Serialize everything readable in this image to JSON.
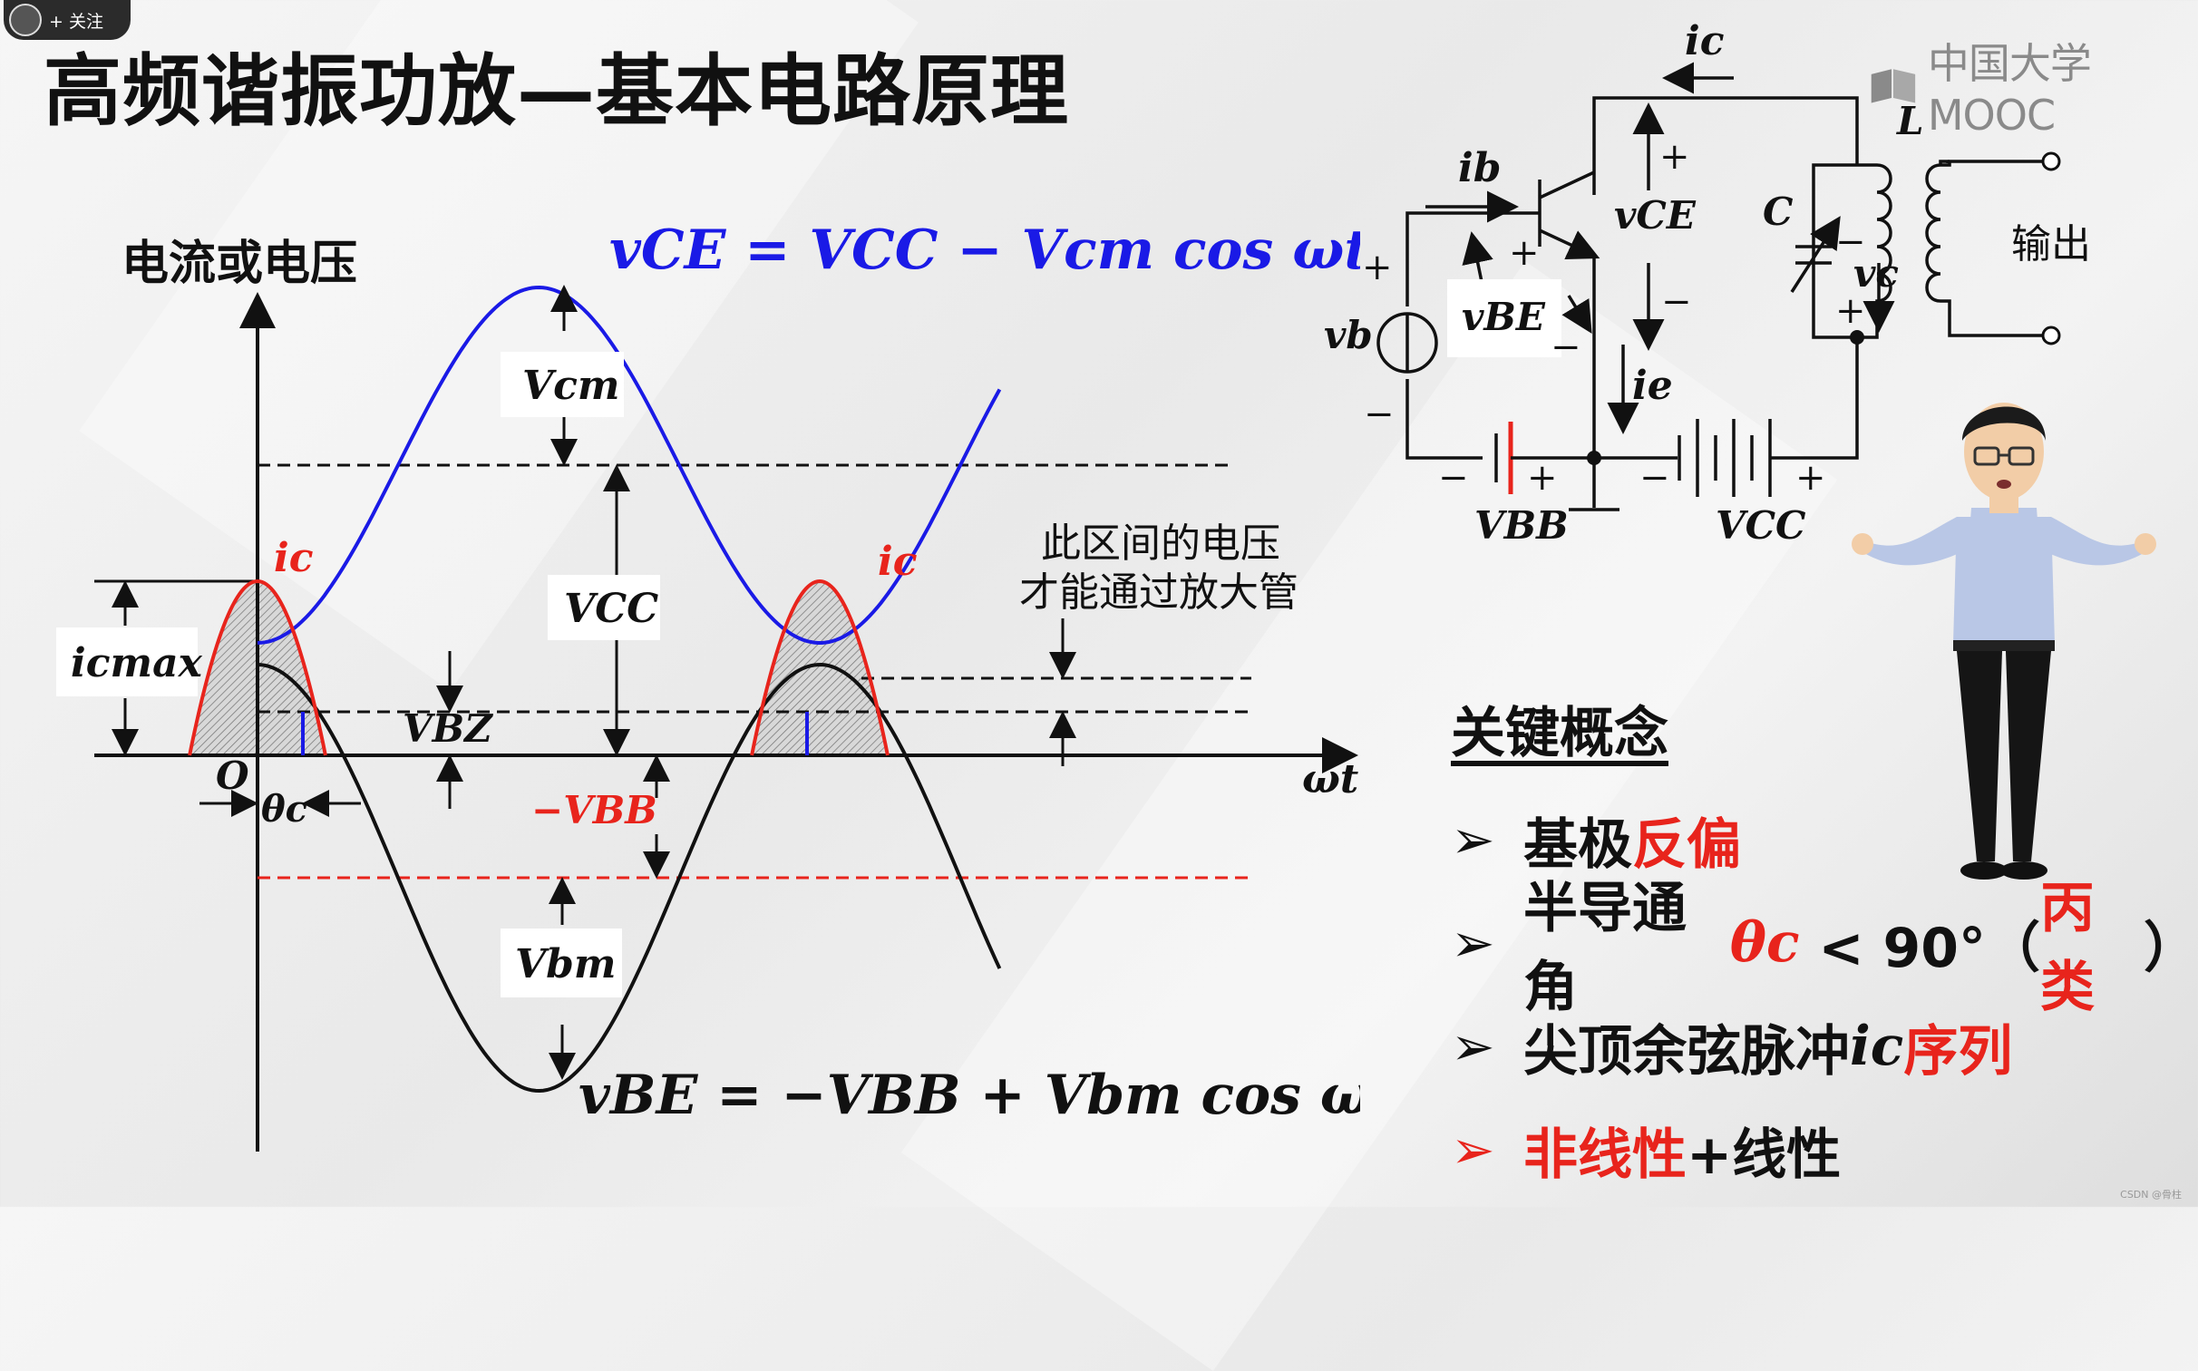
{
  "header": {
    "title": "高频谐振功放—基本电路原理",
    "follow_label": "+ 关注",
    "logo_text": "中国大学MOOC",
    "watermark": "CSDN @骨柱"
  },
  "waveform_diagram": {
    "y_axis_label": "电流或电压",
    "x_axis_label": "ωt",
    "origin_label": "O",
    "vce_equation": "vCE = VCC − Vcm cos ωt",
    "vbe_equation": "vBE = −VBB + Vbm cos ωt",
    "labels": {
      "vcm": "Vcm",
      "vcc": "VCC",
      "vbz": "VBZ",
      "neg_vbb": "−VBB",
      "vbm": "Vbm",
      "icmax": "icmax",
      "theta_c": "θc",
      "ic_1": "ic",
      "ic_2": "ic"
    },
    "annotation_line1": "此区间的电压",
    "annotation_line2": "才能通过放大管",
    "colors": {
      "vce": "#1a1ae6",
      "ic": "#e8241c",
      "vbe": "#111111",
      "neg_vbb_line": "#e8241c"
    }
  },
  "circuit": {
    "ic": "ic",
    "ib": "ib",
    "ie": "ie",
    "vce": "vCE",
    "vbe": "vBE",
    "vb": "vb",
    "vc": "vc",
    "L": "L",
    "C": "C",
    "vbb": "VBB",
    "vcc": "VCC",
    "output": "输出",
    "plus": "+",
    "minus": "−"
  },
  "concepts": {
    "title": "关键概念",
    "items": [
      {
        "prefix": "基极",
        "highlight": "反偏",
        "suffix": ""
      },
      {
        "prefix": "半导通角",
        "math": "θc",
        "middle": " < 90°（",
        "highlight": "丙类",
        "suffix": "）"
      },
      {
        "prefix": "尖顶余弦脉冲",
        "math": "ic",
        "highlight": "序列",
        "suffix": ""
      },
      {
        "prefix": "",
        "highlight": "非线性",
        "suffix": "+线性"
      }
    ]
  }
}
